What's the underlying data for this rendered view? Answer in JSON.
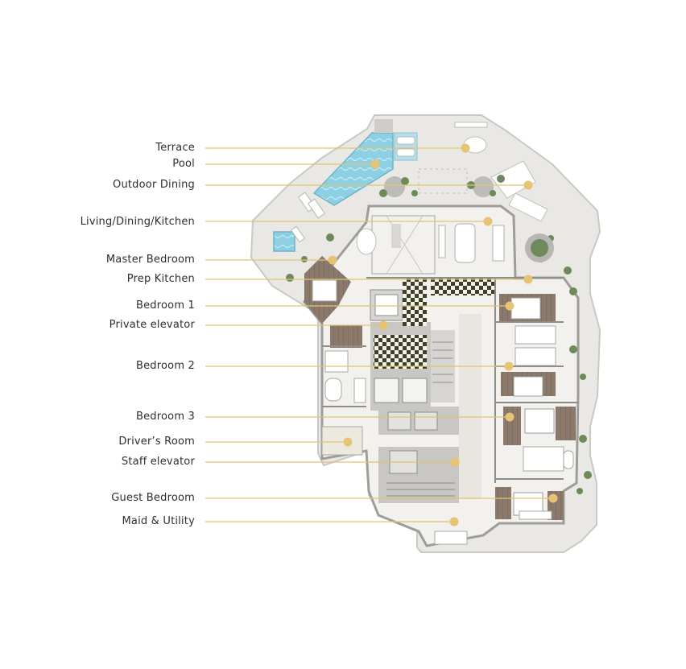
{
  "colors": {
    "leader": "#e2c375",
    "dot": "#e6c473",
    "label_text": "#2e2e2e",
    "terrace": "#e9e8e4",
    "floor": "#f2f1ee",
    "pool": "#8ed0e3",
    "wood": "#8b7a6c",
    "core": "#bdbcb8",
    "hatch": "#3d4128",
    "plant": "#6f8a5a"
  },
  "legend": [
    {
      "id": "terrace",
      "label": "Terrace"
    },
    {
      "id": "pool",
      "label": "Pool"
    },
    {
      "id": "outdoor-dining",
      "label": "Outdoor Dining"
    },
    {
      "id": "living",
      "label": "Living/Dining/Kitchen"
    },
    {
      "id": "master-bedroom",
      "label": "Master Bedroom"
    },
    {
      "id": "prep-kitchen",
      "label": "Prep Kitchen"
    },
    {
      "id": "bedroom-1",
      "label": "Bedroom 1"
    },
    {
      "id": "private-elevator",
      "label": "Private elevator"
    },
    {
      "id": "bedroom-2",
      "label": "Bedroom 2"
    },
    {
      "id": "bedroom-3",
      "label": "Bedroom 3"
    },
    {
      "id": "drivers-room",
      "label": "Driver’s Room"
    },
    {
      "id": "staff-elevator",
      "label": "Staff elevator"
    },
    {
      "id": "guest-bedroom",
      "label": "Guest Bedroom"
    },
    {
      "id": "maid-utility",
      "label": "Maid & Utility"
    }
  ]
}
